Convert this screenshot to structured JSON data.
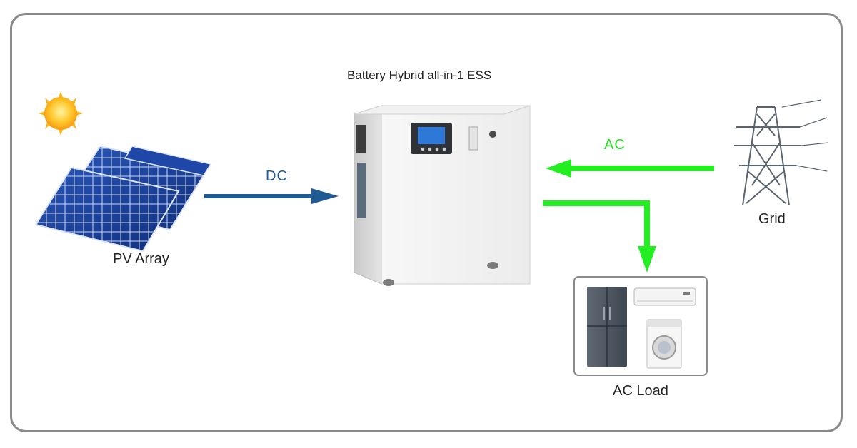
{
  "diagram": {
    "title": "Battery Hybrid all-in-1 ESS",
    "pv_label": "PV Array",
    "grid_label": "Grid",
    "load_label": "AC Load",
    "dc_label": "DC",
    "ac_label": "AC"
  },
  "colors": {
    "dc_arrow": "#1f5a93",
    "ac_arrow": "#22ee22",
    "dc_text": "#1f5a93",
    "ac_text": "#22dd22",
    "frame": "#8a8a8a"
  },
  "icons": [
    "sun-icon",
    "solar-panel-icon",
    "battery-ess-unit-icon",
    "power-tower-icon",
    "refrigerator-icon",
    "air-conditioner-icon",
    "washing-machine-icon"
  ]
}
